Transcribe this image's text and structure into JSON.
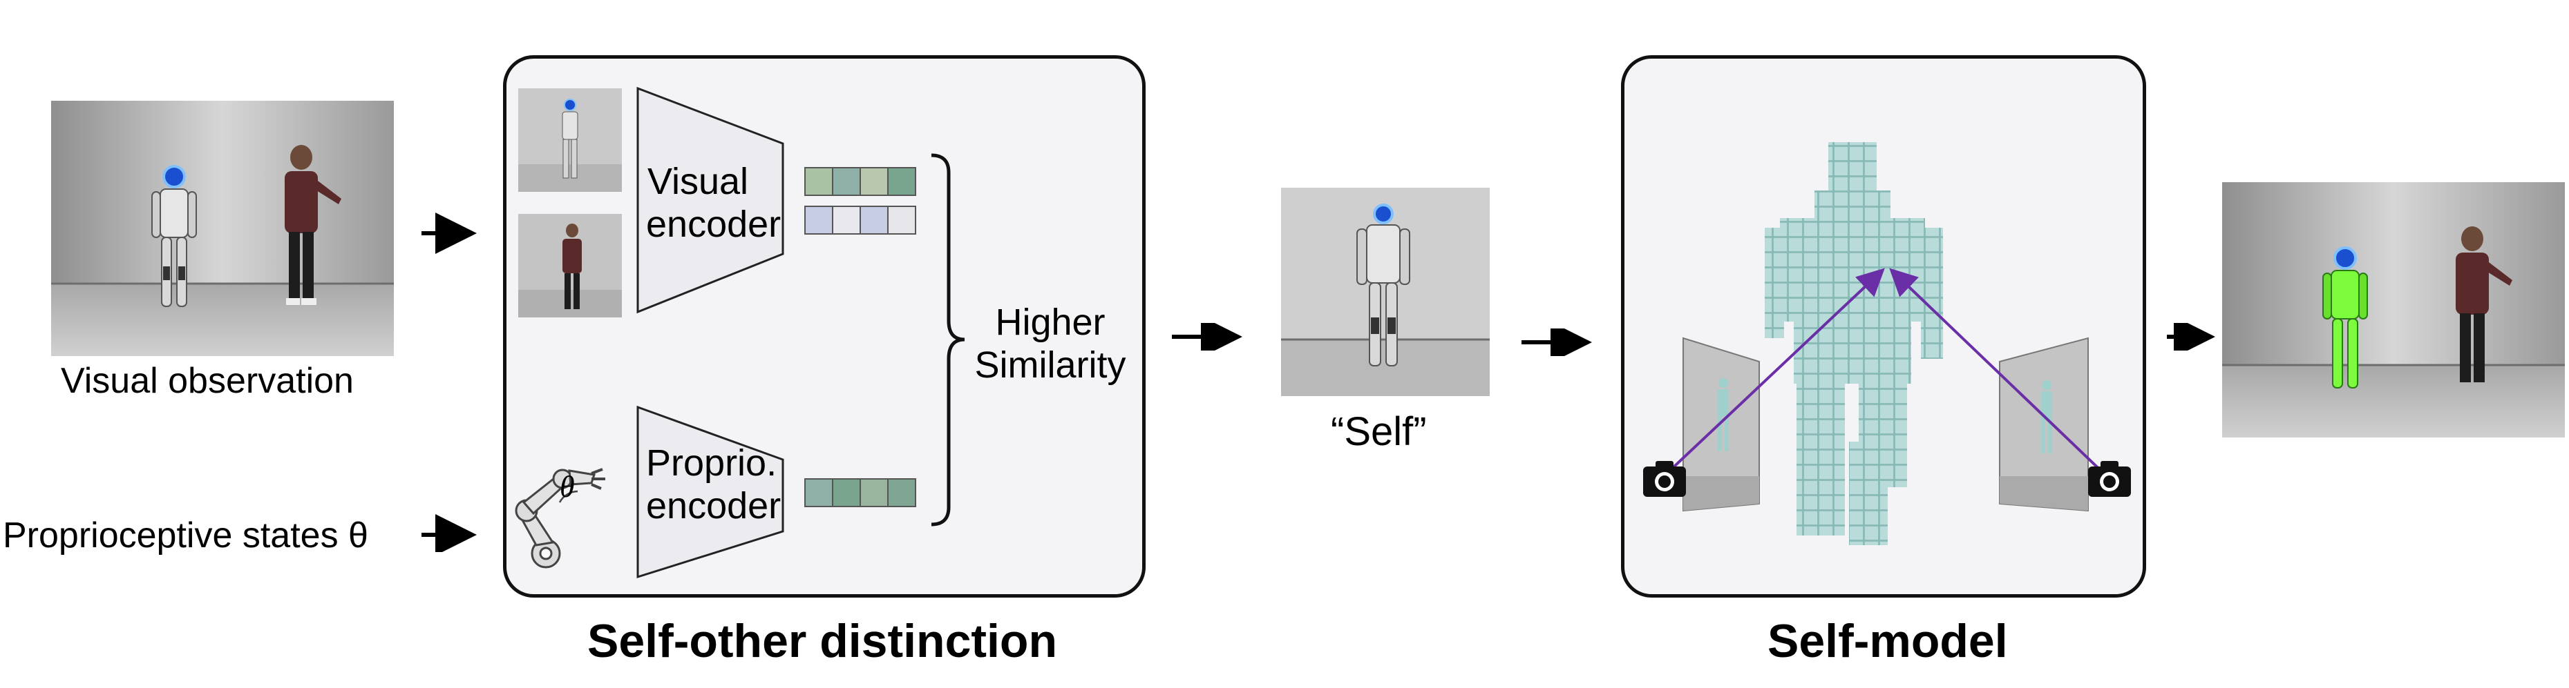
{
  "left": {
    "visual_observation_label": "Visual observation",
    "proprioceptive_label": "Proprioceptive states θ"
  },
  "distinction_panel": {
    "title": "Self-other distinction",
    "visual_encoder_line1": "Visual",
    "visual_encoder_line2": "encoder",
    "proprio_encoder_line1": "Proprio.",
    "proprio_encoder_line2": "encoder",
    "similarity_line1": "Higher",
    "similarity_line2": "Similarity",
    "theta_symbol": "θ",
    "colors": {
      "feature_row_1": [
        "#a9c2a3",
        "#8fb0a6",
        "#b8c7ad",
        "#79a58f"
      ],
      "feature_row_2": [
        "#c6cde4",
        "#e8e8ee",
        "#c7cde3",
        "#e6e6ea"
      ],
      "feature_proprio": [
        "#8fb0a6",
        "#79a58f",
        "#9ab59d",
        "#7ea693"
      ]
    }
  },
  "self_label": "“Self”",
  "self_model_panel": {
    "title": "Self-model"
  },
  "colors": {
    "panel_bg": "#f4f4f6",
    "ray": "#6a2fa6",
    "voxel": "#9fc8c6",
    "highlight": "#7cfc3c",
    "head_glow": "#3b8cff"
  }
}
